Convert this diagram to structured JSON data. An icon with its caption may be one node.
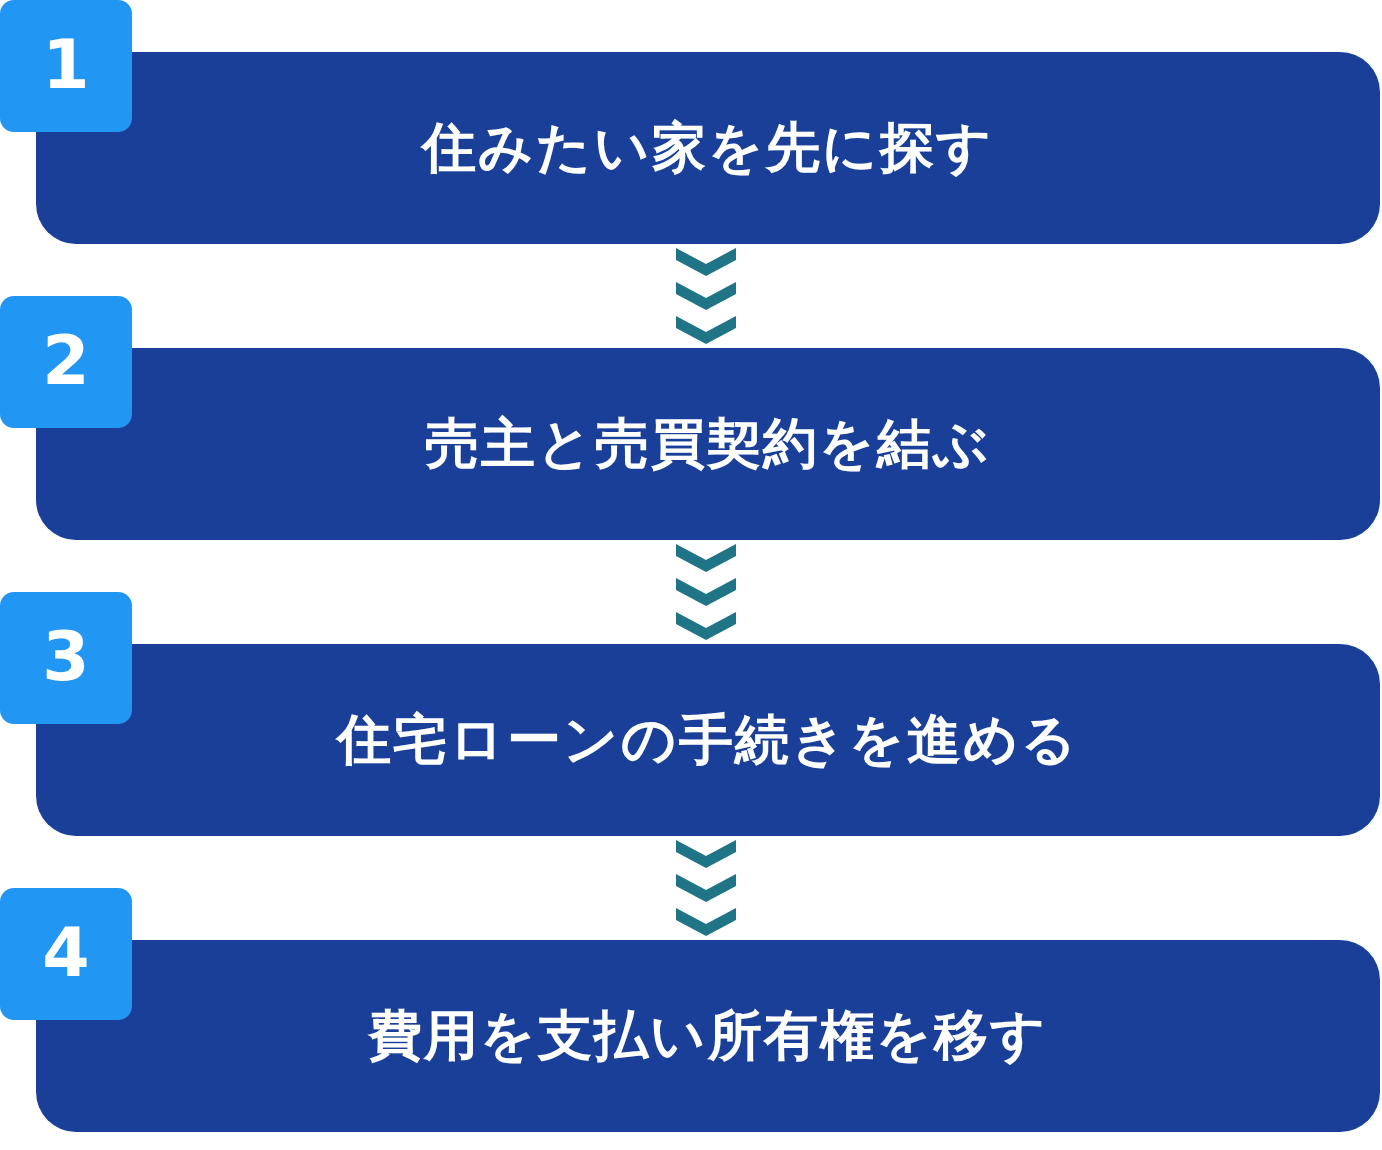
{
  "diagram": {
    "nodes": [
      {
        "text": [
          "1"
        ]
      },
      {
        "text": [
          "住みたい家を先に探す"
        ]
      },
      {
        "text": [
          "2"
        ]
      },
      {
        "text": [
          "売主と売買契約を結ぶ"
        ]
      },
      {
        "text": [
          "3"
        ]
      },
      {
        "text": [
          "住宅ローンの手続きを進める"
        ]
      },
      {
        "text": [
          "4"
        ]
      },
      {
        "text": [
          "費用を支払い所有権を移す"
        ]
      }
    ],
    "edges": [
      {
        "from": 1,
        "to": 3,
        "arrow": "to"
      },
      {
        "from": 3,
        "to": 5,
        "arrow": "to"
      },
      {
        "from": 5,
        "to": 7,
        "arrow": "to"
      }
    ]
  }
}
